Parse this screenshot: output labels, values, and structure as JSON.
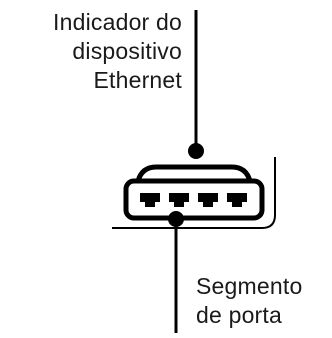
{
  "callouts": {
    "device_indicator": {
      "lines": [
        "Indicador do",
        "dispositivo",
        "Ethernet"
      ]
    },
    "port_segment": {
      "lines": [
        "Segmento",
        "de porta"
      ]
    }
  },
  "device": {
    "name_icon": "ethernet-switch-icon",
    "port_count": 4,
    "port_icon": "ethernet-port-icon"
  },
  "colors": {
    "ink": "#000000",
    "text": "#1a1a1a",
    "background": "#ffffff"
  }
}
